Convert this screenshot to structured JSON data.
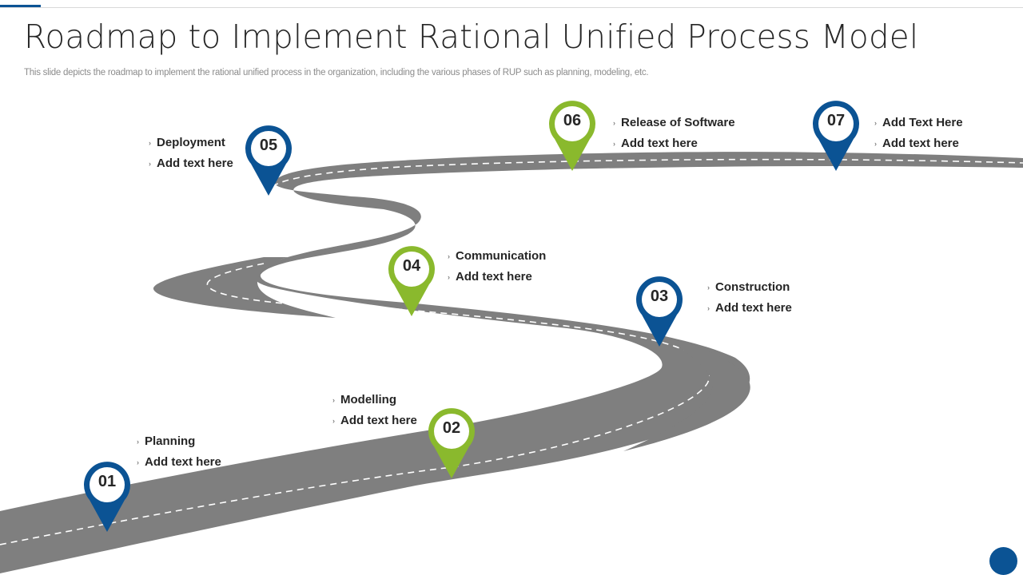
{
  "slide": {
    "title": "Roadmap to Implement Rational Unified Process Model",
    "subtitle": "This slide depicts the roadmap to implement the rational unified process in the organization, including the various phases of RUP such as planning, modeling, etc."
  },
  "colors": {
    "accent_blue": "#0b5394",
    "accent_green": "#8ab92d",
    "road": "#7f7f7f",
    "road_marking": "#ffffff"
  },
  "milestones": [
    {
      "number": "01",
      "color": "blue",
      "heading": "Planning",
      "text": "Add  text here"
    },
    {
      "number": "02",
      "color": "green",
      "heading": "Modelling",
      "text": "Add  text here"
    },
    {
      "number": "03",
      "color": "blue",
      "heading": "Construction",
      "text": "Add  text here"
    },
    {
      "number": "04",
      "color": "green",
      "heading": "Communication",
      "text": "Add  text here"
    },
    {
      "number": "05",
      "color": "blue",
      "heading": "Deployment",
      "text": "Add  text here"
    },
    {
      "number": "06",
      "color": "green",
      "heading": "Release of Software",
      "text": "Add  text here"
    },
    {
      "number": "07",
      "color": "blue",
      "heading": "Add  Text Here",
      "text": "Add  text here"
    }
  ],
  "bullet_glyph": "›"
}
